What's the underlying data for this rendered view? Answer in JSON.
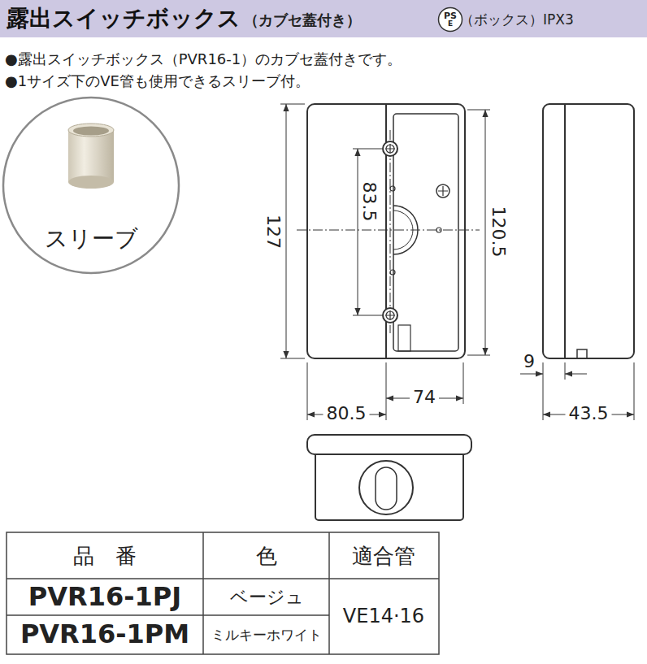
{
  "diagram": {
    "title": "露出スイッチボックス",
    "nodes": [
      {
        "text": [
          "PS",
          "E"
        ]
      },
      {
        "text": [
          "スリーブ"
        ]
      }
    ],
    "labels": [
      "（カブセ蓋付き）",
      "（ボックス）IPX3",
      "●露出スイッチボックス（PVR16-1）のカブセ蓋付きです。",
      "●1サイズ下のVE管も使用できるスリーブ付。",
      "127",
      "83.5",
      "120.5",
      "80.5",
      "74",
      "9",
      "43.5",
      "品　番",
      "色",
      "適合管",
      "PVR16-1PJ",
      "ベージュ",
      "VE14·16",
      "PVR16-1PM",
      "ミルキーホワイト"
    ]
  }
}
